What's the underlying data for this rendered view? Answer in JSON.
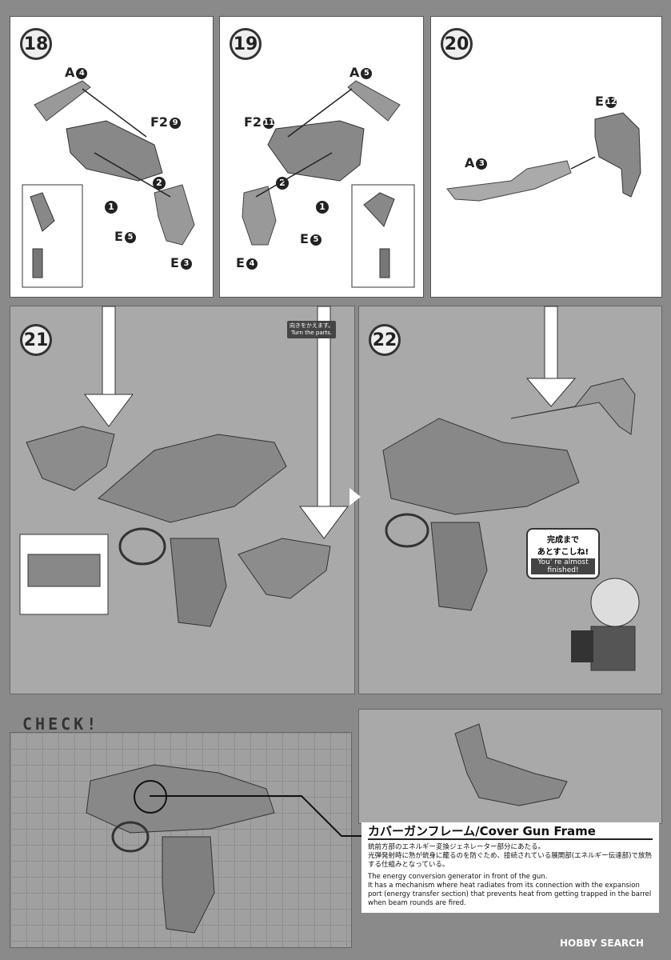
{
  "steps": {
    "s18": {
      "number": "18",
      "parts": {
        "a": "A",
        "a_n": "4",
        "f": "F2",
        "f_n": "9",
        "e1": "E",
        "e1_n": "5",
        "e2": "E",
        "e2_n": "3"
      },
      "order": [
        "1",
        "2"
      ]
    },
    "s19": {
      "number": "19",
      "parts": {
        "a": "A",
        "a_n": "5",
        "f": "F2",
        "f_n": "11",
        "e1": "E",
        "e1_n": "5",
        "e2": "E",
        "e2_n": "4"
      },
      "order": [
        "1",
        "2"
      ]
    },
    "s20": {
      "number": "20",
      "parts": {
        "e": "E",
        "e_n": "12",
        "a": "A",
        "a_n": "3"
      }
    },
    "s21": {
      "number": "21"
    },
    "s22": {
      "number": "22"
    }
  },
  "turn_parts": {
    "jp": "向きをかえます。",
    "en": "Turn the parts."
  },
  "speech": {
    "jp1": "完成まで",
    "jp2": "あとすこしね!",
    "en1": "You' re almost",
    "en2": "finished!"
  },
  "check": {
    "title": "CHECK!",
    "part_name_jp": "カバーガンフレーム",
    "part_name_en": "/Cover Gun Frame",
    "jp_line1": "銃前方部のエネルギー変換ジェネレーター部分にあたる。",
    "jp_line2": "光弾発射時に熱が銃身に籠るのを防ぐため、接続されている展開部(エネルギー伝達部)で放熱する仕組みとなっている。",
    "en_line1": "The energy conversion generator in front of the gun.",
    "en_line2": "It has a mechanism where heat radiates from its connection with the expansion port (energy transfer section) that prevents heat from getting trapped in the barrel when beam rounds are fired."
  },
  "watermark": "HOBBY SEARCH",
  "colors": {
    "part_fill": "#8c8c8c",
    "part_dark": "#5a5a5a",
    "panel_grey": "#a9a9a9"
  }
}
